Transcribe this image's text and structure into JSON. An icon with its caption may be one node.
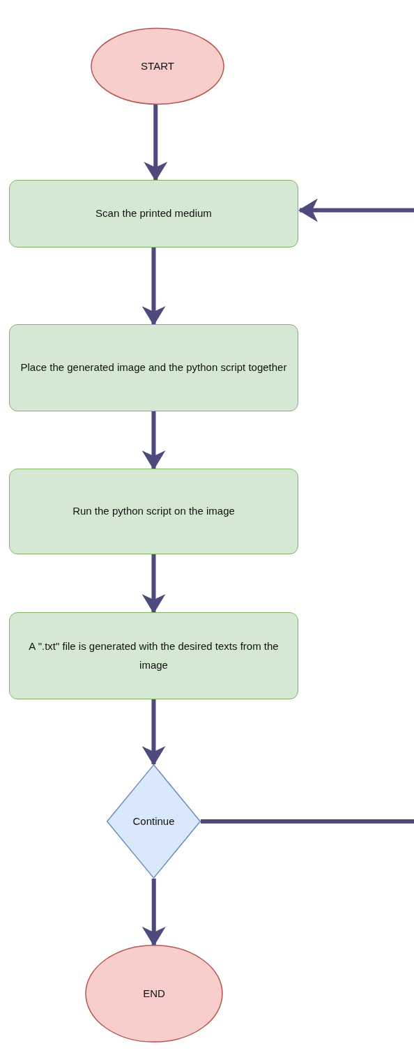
{
  "diagram": {
    "nodes": [
      {
        "text": [
          "START"
        ]
      },
      {
        "text": [
          "Scan the printed medium"
        ]
      },
      {
        "text": [
          "Place the generated image and the python script together"
        ]
      },
      {
        "text": [
          "Run the python script on the image"
        ]
      },
      {
        "text": [
          "A \".txt\" file is generated with the desired texts from the image"
        ]
      },
      {
        "text": [
          "Continue"
        ]
      },
      {
        "text": [
          "END"
        ]
      }
    ],
    "edges": [
      {
        "from": 0,
        "to": 1,
        "arrow": "to"
      },
      {
        "from": 1,
        "to": 2,
        "arrow": "to"
      },
      {
        "from": 2,
        "to": 3,
        "arrow": "to"
      },
      {
        "from": 3,
        "to": 4,
        "arrow": "to"
      },
      {
        "from": 4,
        "to": 5,
        "arrow": "to"
      },
      {
        "from": 5,
        "to": 6,
        "arrow": "to"
      },
      {
        "from": 5,
        "to": null,
        "arrow": "none"
      },
      {
        "from": null,
        "to": 1,
        "arrow": "to"
      }
    ]
  }
}
